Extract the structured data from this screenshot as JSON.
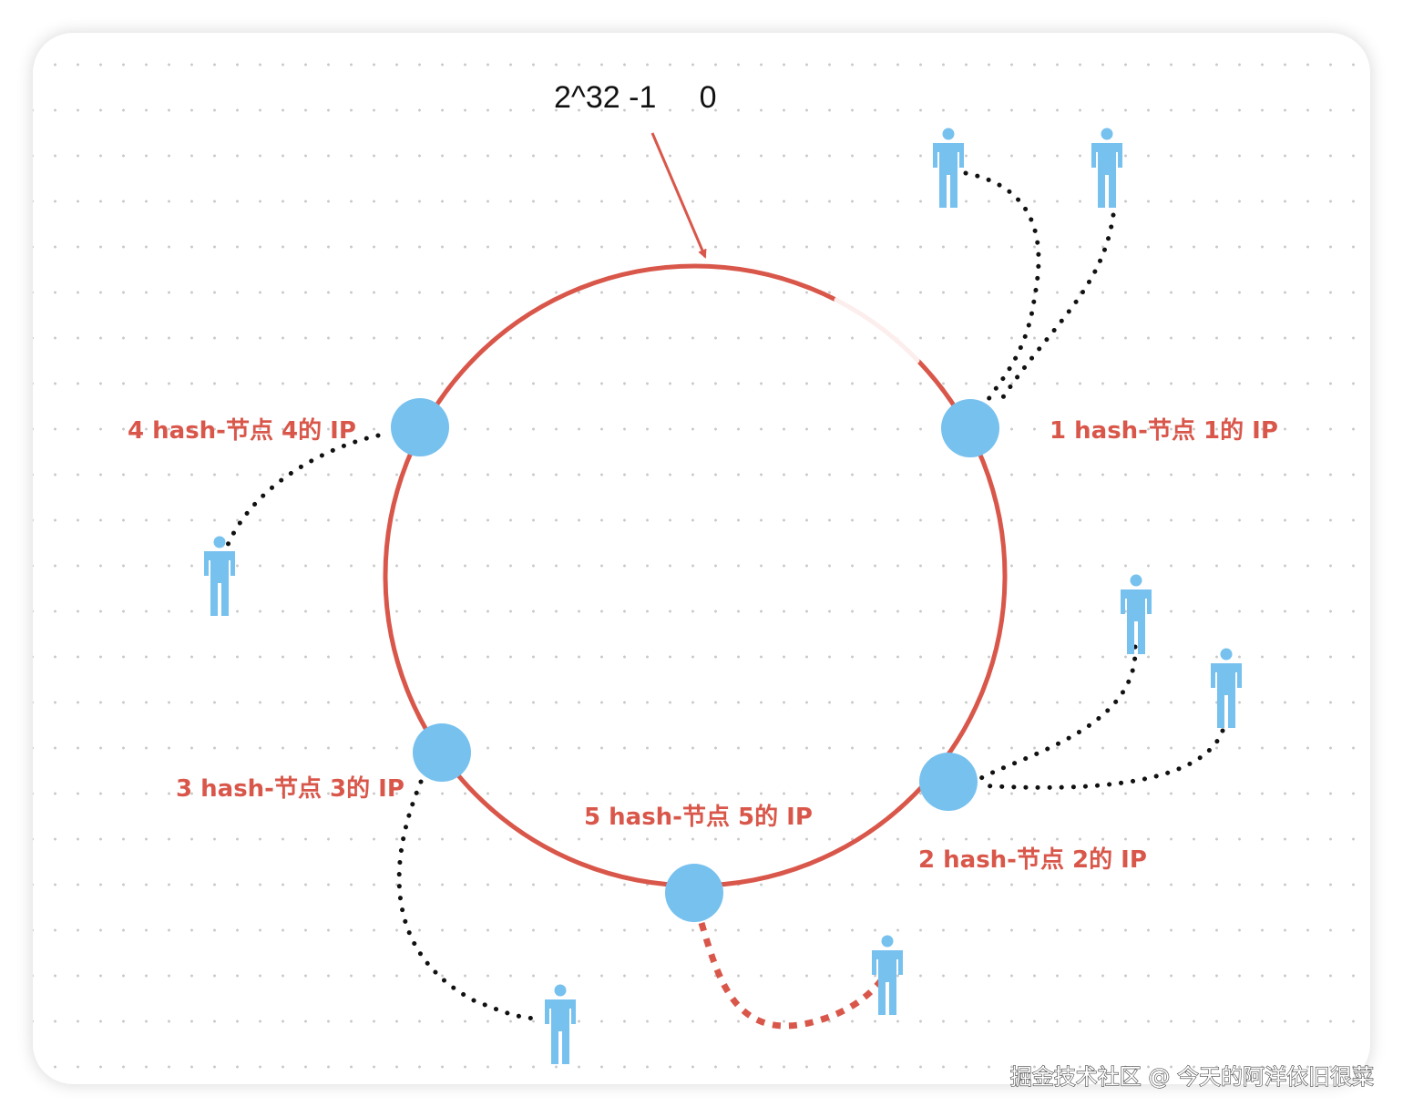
{
  "colors": {
    "ring": "#d9574a",
    "node": "#77c1ef",
    "person": "#77c1ef",
    "label": "#d9574a",
    "dots": "#111111",
    "arrow": "#d9574a"
  },
  "ring_top_label": "2^32 -1     0",
  "nodes": [
    {
      "label": "1 hash-节点 1的 IP"
    },
    {
      "label": "2 hash-节点 2的 IP"
    },
    {
      "label": "3 hash-节点 3的 IP"
    },
    {
      "label": "4 hash-节点 4的 IP"
    },
    {
      "label": "5 hash-节点 5的 IP"
    }
  ],
  "watermark": "掘金技术社区 @ 今天的阿洋依旧很菜"
}
